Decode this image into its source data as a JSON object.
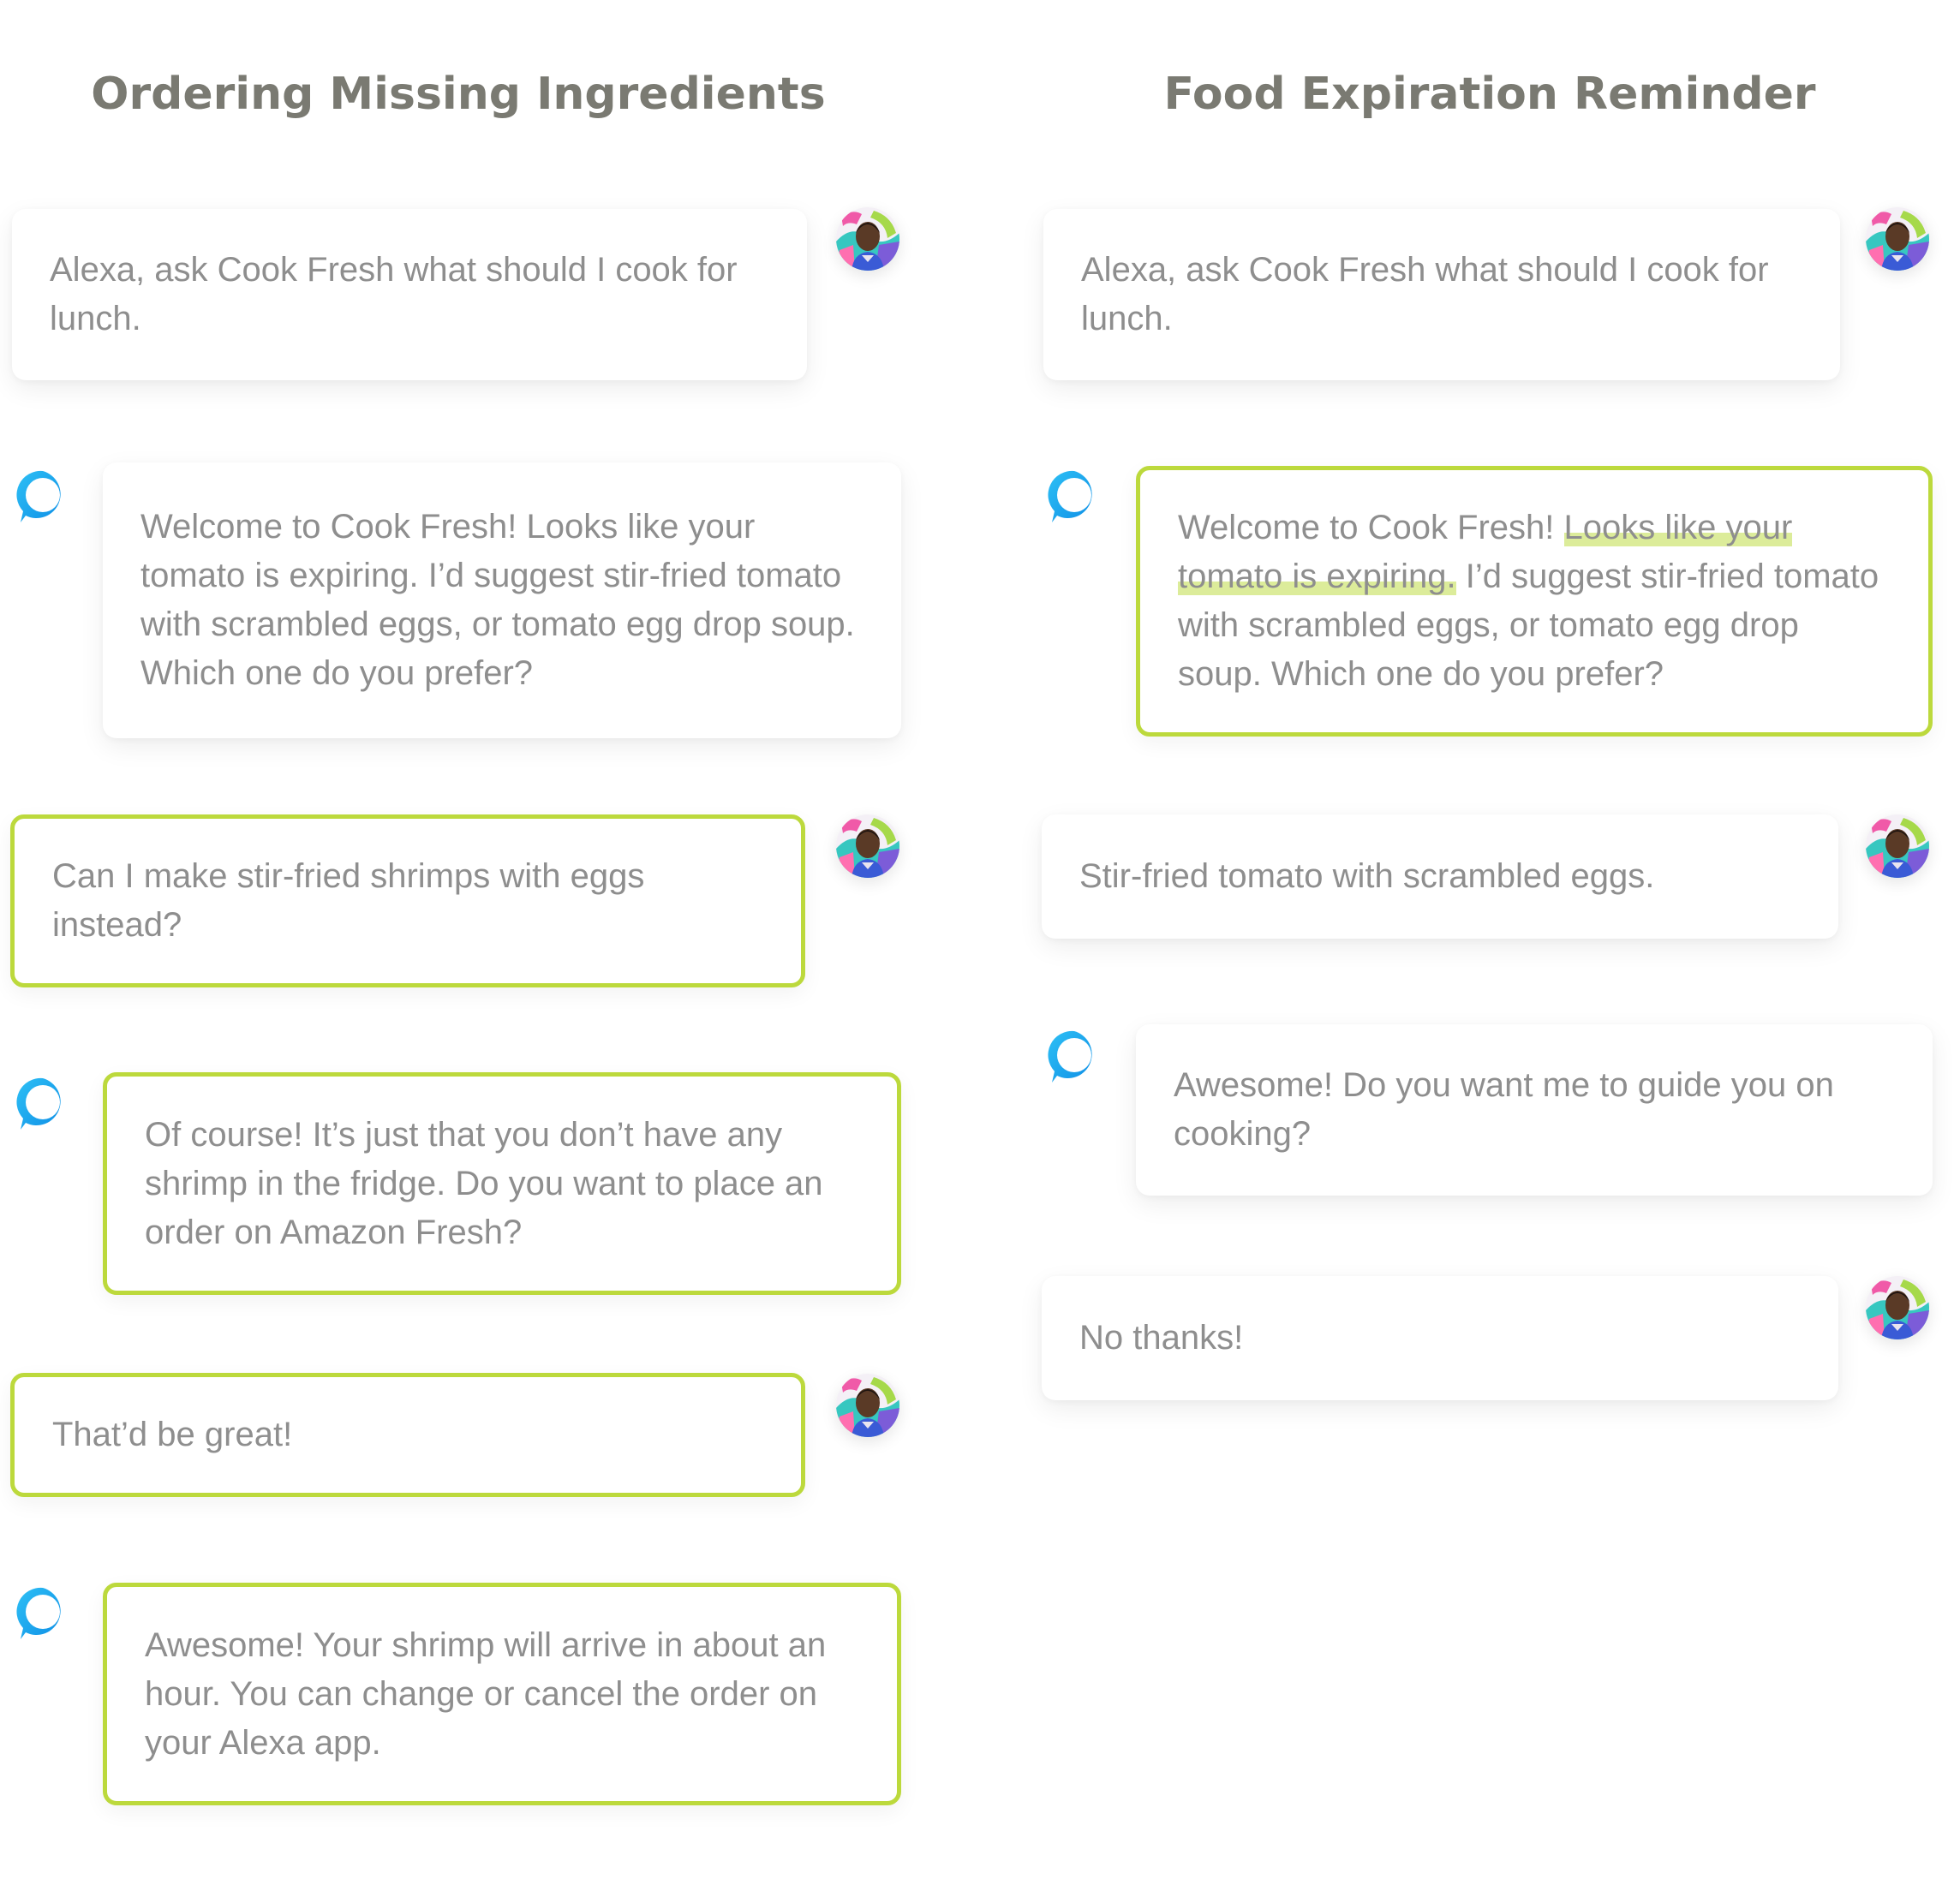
{
  "columns": {
    "left": {
      "title": "Ordering Missing Ingredients",
      "messages": [
        {
          "speaker": "user",
          "text": "Alexa, ask Cook Fresh what should I cook for lunch."
        },
        {
          "speaker": "alexa",
          "text": "Welcome to Cook Fresh! Looks like your tomato is expiring. I’d suggest stir-fried tomato with scrambled eggs, or tomato egg drop soup. Which one do you prefer?"
        },
        {
          "speaker": "user",
          "text": "Can I make stir-fried shrimps with eggs instead?"
        },
        {
          "speaker": "alexa",
          "text": "Of course! It’s just that you don’t have any shrimp in the fridge. Do you want to place an order on Amazon Fresh?"
        },
        {
          "speaker": "user",
          "text": "That’d be great!"
        },
        {
          "speaker": "alexa",
          "text": "Awesome! Your shrimp will arrive in about an hour. You can change or cancel the order on your Alexa app."
        }
      ]
    },
    "right": {
      "title": "Food Expiration Reminder",
      "messages": [
        {
          "speaker": "user",
          "text": "Alexa, ask Cook Fresh what should I cook for lunch."
        },
        {
          "speaker": "alexa",
          "text_before": "Welcome to Cook Fresh! ",
          "text_highlight": "Looks like your tomato is expiring.",
          "text_after": " I’d suggest stir-fried tomato with scrambled eggs, or tomato egg drop soup. Which one do you prefer?"
        },
        {
          "speaker": "user",
          "text": "Stir-fried tomato with scrambled eggs."
        },
        {
          "speaker": "alexa",
          "text": "Awesome! Do you want me to guide you on cooking?"
        },
        {
          "speaker": "user",
          "text": "No thanks!"
        }
      ]
    }
  },
  "colors": {
    "highlight_border": "#bcd93c",
    "highlight_mark": "#dcec9a",
    "alexa_blue": "#1aa8ee",
    "text": "#8e8e8e",
    "title": "#7a7a72"
  },
  "icons": {
    "user": "user-avatar",
    "assistant": "alexa-ring-icon"
  }
}
